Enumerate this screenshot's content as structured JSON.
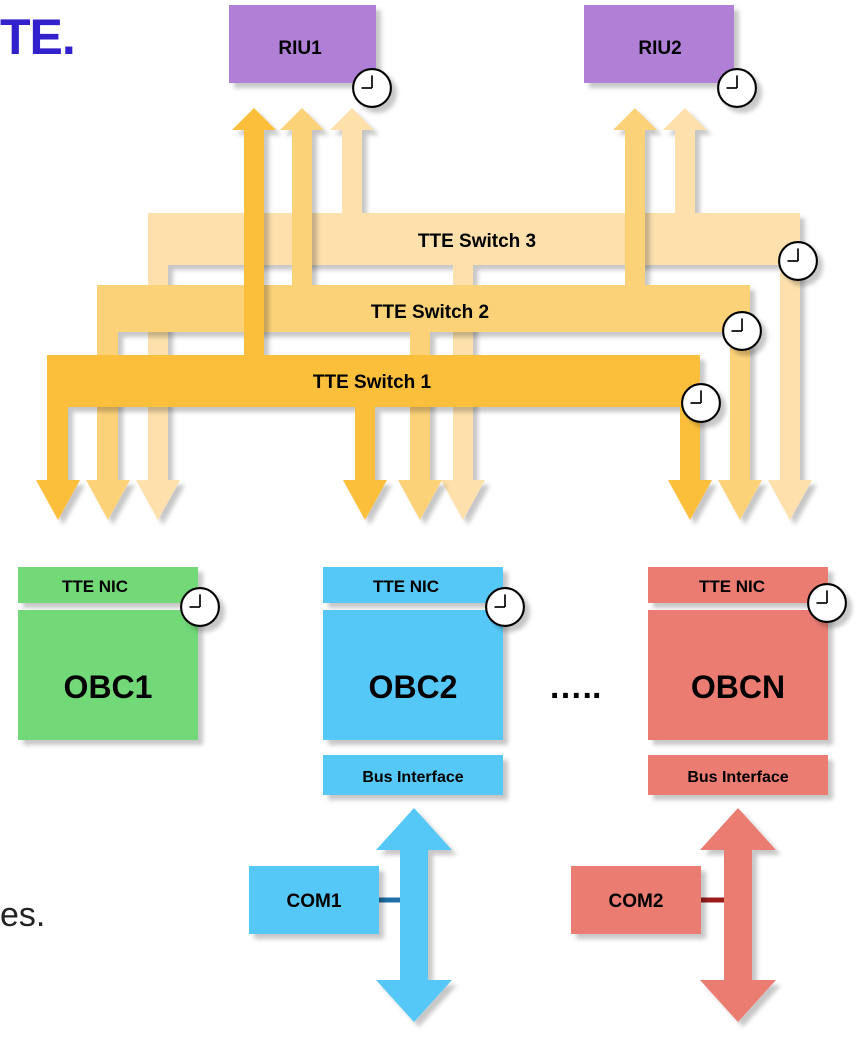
{
  "fragments": {
    "title_suffix": "TE.",
    "body_suffix": "es."
  },
  "switches": [
    {
      "label": "TTE Switch 3"
    },
    {
      "label": "TTE Switch 2"
    },
    {
      "label": "TTE Switch 1"
    }
  ],
  "rius": [
    {
      "label": "RIU1"
    },
    {
      "label": "RIU2"
    }
  ],
  "obcs": [
    {
      "nic": "TTE NIC",
      "label": "OBC1",
      "bus": ""
    },
    {
      "nic": "TTE NIC",
      "label": "OBC2",
      "bus": "Bus Interface"
    },
    {
      "nic": "TTE NIC",
      "label": "OBCN",
      "bus": "Bus Interface"
    }
  ],
  "ellipsis": "…..",
  "coms": [
    {
      "label": "COM1"
    },
    {
      "label": "COM2"
    }
  ],
  "colors": {
    "title": "#3322cc",
    "riu": "#b07fd6",
    "obc1": "#72d878",
    "obc2": "#56c8f8",
    "obcn": "#ea7b72",
    "switch1": "#fbbf3a",
    "switch2": "#fcd279",
    "switch3": "#fde0ac"
  }
}
